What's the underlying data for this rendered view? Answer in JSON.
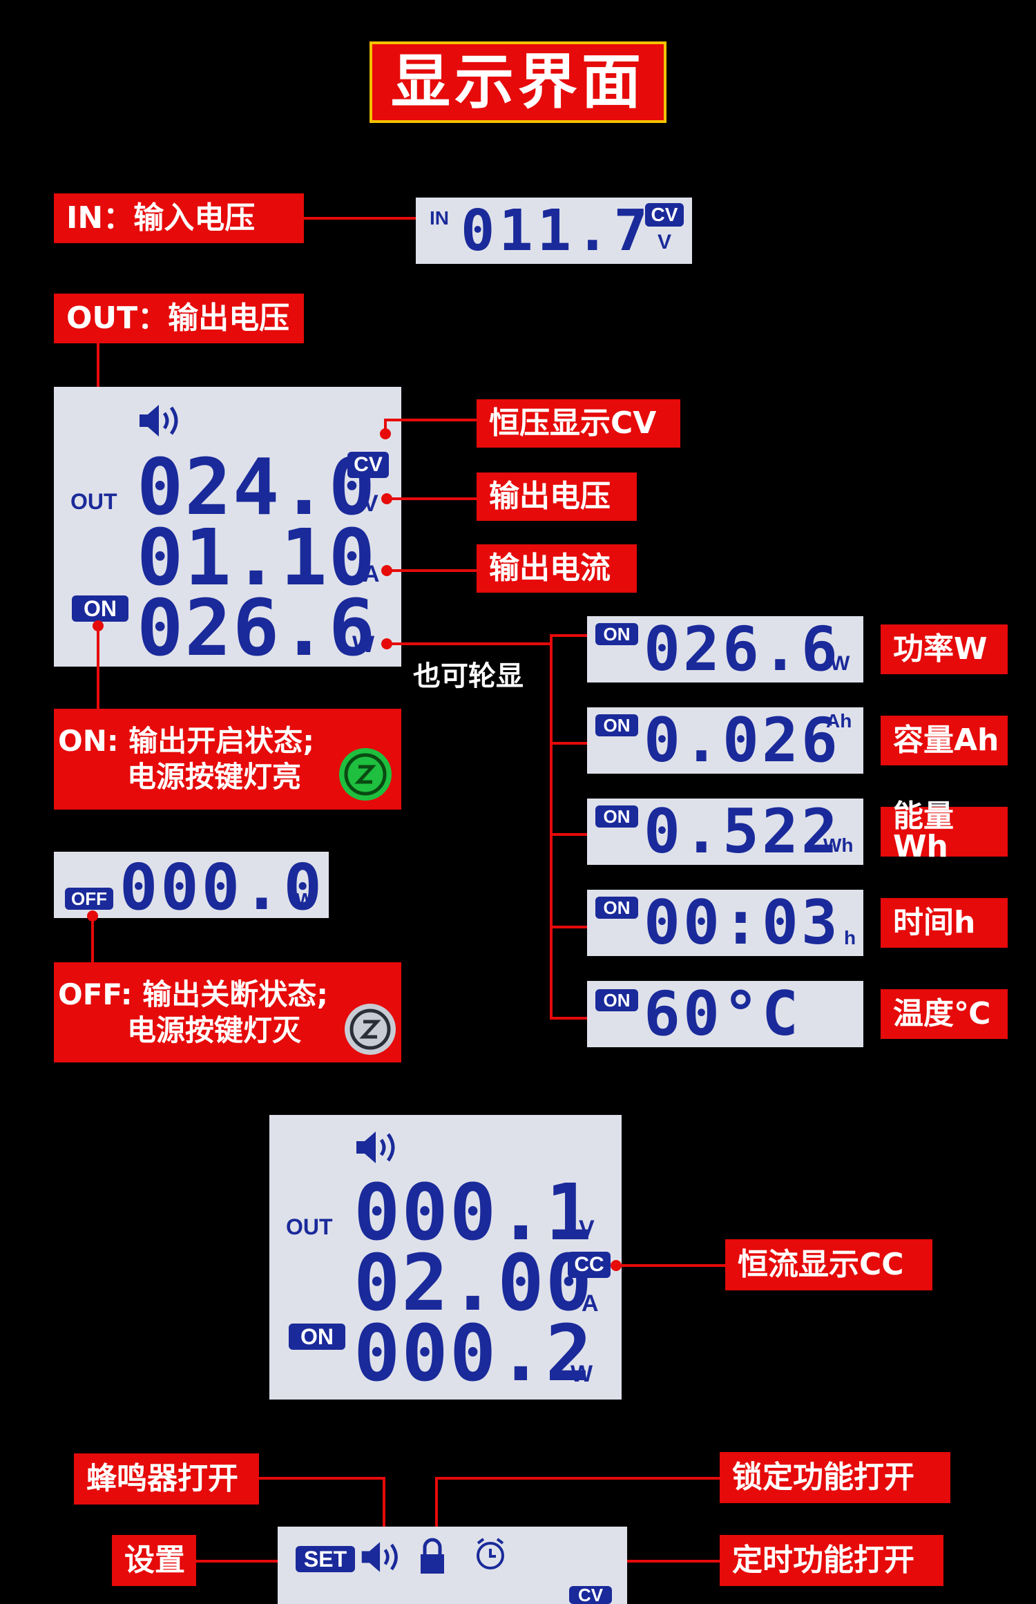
{
  "title": "显示界面",
  "labels": {
    "in": "IN：输入电压",
    "out": "OUT：输出电压",
    "cv": "恒压显示CV",
    "out_voltage": "输出电压",
    "out_current": "输出电流",
    "on_line1": "ON: 输出开启状态;",
    "on_line2": "电源按键灯亮",
    "off_line1": "OFF: 输出关断状态;",
    "off_line2": "电源按键灯灭",
    "power": "功率W",
    "capacity": "容量Ah",
    "energy": "能量Wh",
    "time": "时间h",
    "temp": "温度℃",
    "cc": "恒流显示CC",
    "buzzer": "蜂鸣器打开",
    "lock": "锁定功能打开",
    "setting": "设置",
    "timer": "定时功能打开",
    "cycle": "也可轮显"
  },
  "lcd_in": {
    "tag": "IN",
    "value": "011.7",
    "mode": "CV",
    "unit": "V"
  },
  "lcd_main": {
    "out": "OUT",
    "on": "ON",
    "voltage": "024.0",
    "current": "01.10",
    "power": "026.6",
    "mode": "CV",
    "v": "V",
    "a": "A",
    "w": "W"
  },
  "lcd_off": {
    "tag": "OFF",
    "value": "000.0",
    "unit": "W"
  },
  "rotations": [
    {
      "tag": "ON",
      "value": "026.6",
      "unit": "W"
    },
    {
      "tag": "ON",
      "value": "0.026",
      "unit": "Ah"
    },
    {
      "tag": "ON",
      "value": "0.522",
      "unit": "Wh"
    },
    {
      "tag": "ON",
      "value": "00:03",
      "unit": "h"
    },
    {
      "tag": "ON",
      "value": "60°C",
      "unit": ""
    }
  ],
  "lcd_cc": {
    "out": "OUT",
    "on": "ON",
    "voltage": "000.1",
    "current": "02.00",
    "power": "000.2",
    "mode": "CC",
    "v": "V",
    "a": "A",
    "w": "W"
  },
  "lcd_bottom": {
    "set": "SET",
    "mode": "CV"
  },
  "colors": {
    "accent": "#e60a0a",
    "lcd_bg": "#dfe1ea",
    "lcd_fg": "#1a2a9a",
    "gold": "#f3c200"
  }
}
